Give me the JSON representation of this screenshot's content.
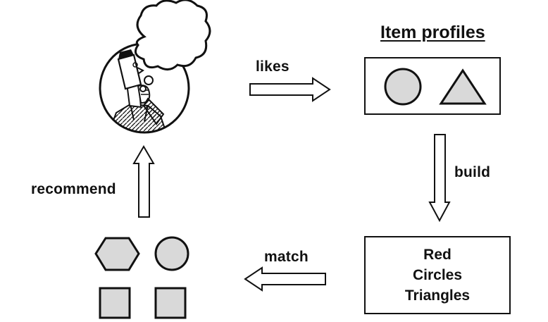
{
  "diagram": {
    "title": "Item profiles",
    "edges": {
      "likes": "likes",
      "build": "build",
      "match": "match",
      "recommend": "recommend"
    },
    "profile_box": {
      "lines": [
        "Red",
        "Circles",
        "Triangles"
      ]
    },
    "icons": {
      "user": "thinking-person-icon",
      "liked_items": [
        "circle-icon",
        "triangle-icon"
      ],
      "recommended_items": [
        "hexagon-icon",
        "circle-icon",
        "square-icon",
        "square-icon"
      ]
    },
    "colors": {
      "stroke": "#111111",
      "shape_fill": "#d9d9d9",
      "background": "#ffffff"
    }
  }
}
